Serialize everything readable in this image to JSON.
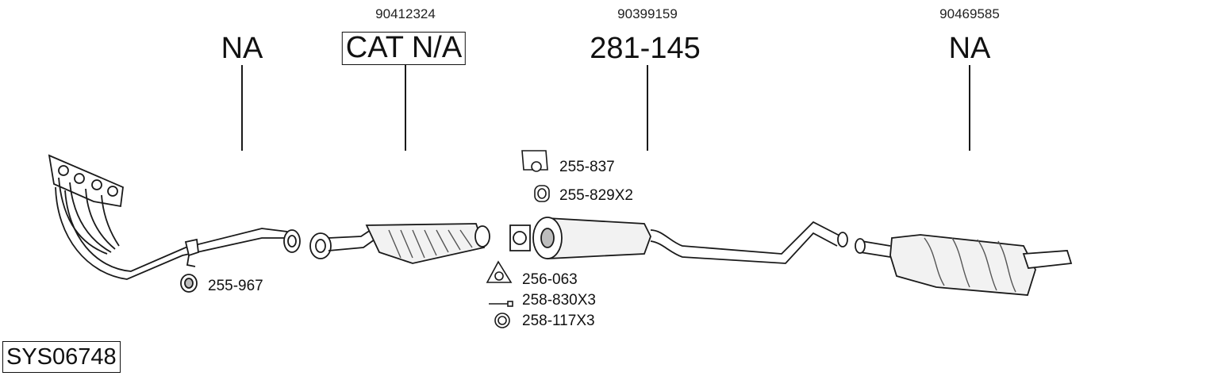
{
  "groups": [
    {
      "oem": "",
      "code": "NA"
    },
    {
      "oem": "90412324",
      "code": "CAT N/A"
    },
    {
      "oem": "90399159",
      "code": "281-145"
    },
    {
      "oem": "90469585",
      "code": "NA"
    }
  ],
  "parts": {
    "p255_837": "255-837",
    "p255_829": "255-829X2",
    "p255_967": "255-967",
    "p256_063": "256-063",
    "p258_830": "258-830X3",
    "p258_117": "258-117X3"
  },
  "system_id": "SYS06748",
  "colors": {
    "stroke": "#1a1a1a",
    "fill": "#f2f2f2",
    "shade": "#bdbdbd"
  }
}
